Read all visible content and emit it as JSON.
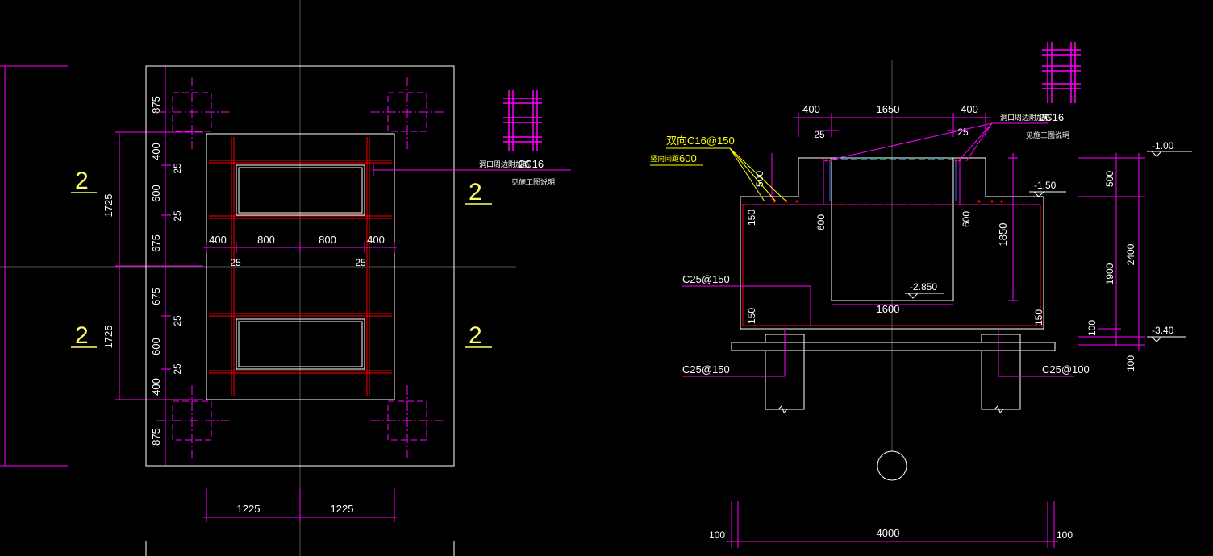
{
  "colors": {
    "background": "#000000",
    "outline": "#ffffff",
    "dimension": "#ff00ff",
    "rebar": "#ff0000",
    "section_mark": "#ffff66",
    "leader_yellow": "#ffff00",
    "water_line": "#00ffff",
    "centerline": "#555555"
  },
  "plan": {
    "section_labels": [
      "2",
      "2",
      "2",
      "2"
    ],
    "vertical_dims": [
      "875",
      "400",
      "25",
      "600",
      "25",
      "675",
      "675",
      "25",
      "600",
      "25",
      "400",
      "875"
    ],
    "outer_vertical_dims": [
      "1725",
      "1725"
    ],
    "horizontal_dims_top": [
      "400",
      "800",
      "800",
      "400"
    ],
    "horizontal_small": [
      "25",
      "25"
    ],
    "bottom_dims": [
      "1225",
      "1225"
    ],
    "rebar_note_main": "2C16",
    "rebar_note_prefix": "洞口周边附加筋",
    "rebar_note_sub": "见施工图说明"
  },
  "section": {
    "top_dims": [
      "400",
      "1650",
      "400"
    ],
    "small_dims": [
      "25",
      "25"
    ],
    "wall_dims": [
      "500",
      "150",
      "600",
      "600",
      "150",
      "150",
      "1850"
    ],
    "right_dims": [
      "500",
      "1900",
      "2400",
      "100",
      "100"
    ],
    "elevations": [
      "-1.00",
      "-1.50",
      "-2.850",
      "-3.40"
    ],
    "pit_width": "1600",
    "bottom_dims": [
      "100",
      "4000",
      "100"
    ],
    "rebar_labels": [
      "C25@150",
      "C25@150",
      "C25@100"
    ],
    "yellow_note_1": "双向C16@150",
    "yellow_note_2_prefix": "竖向间距",
    "yellow_note_2_main": "600",
    "rebar_note_main": "2C16",
    "rebar_note_prefix": "洞口周边附加筋",
    "rebar_note_sub": "见施工图说明"
  }
}
